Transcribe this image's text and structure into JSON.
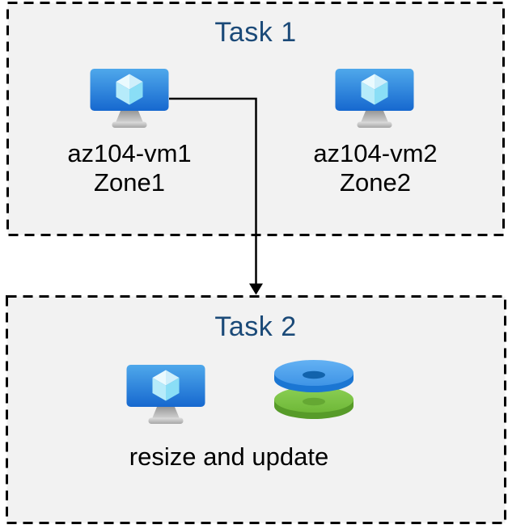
{
  "diagram": {
    "task1": {
      "title": "Task 1",
      "vms": [
        {
          "name": "az104-vm1",
          "zone": "Zone1",
          "icon": "virtual-machine-icon"
        },
        {
          "name": "az104-vm2",
          "zone": "Zone2",
          "icon": "virtual-machine-icon"
        }
      ]
    },
    "task2": {
      "title": "Task 2",
      "caption": "resize and update",
      "icons": [
        "virtual-machine-icon",
        "managed-disks-icon"
      ]
    },
    "connector": {
      "from": "az104-vm1",
      "to": "Task 2",
      "style": "elbow-arrow-down"
    },
    "colors": {
      "page_bg": "#ffffff",
      "box_fill": "#f2f2f2",
      "box_border": "#000000",
      "title_text": "#1b4a78",
      "label_text": "#000000",
      "arrow": "#000000",
      "monitor_top": "#4fa8eb",
      "monitor_bottom": "#1668cf",
      "cube_top_left": "#eafafe",
      "cube_top_right": "#cfeffb",
      "cube_left": "#b6ebfa",
      "cube_right": "#8adef6",
      "stand_dark": "#989898",
      "stand_light": "#d2d2d2",
      "base_light": "#dedede",
      "base_dark": "#a6a6a6",
      "disk_blue_light": "#63b1f3",
      "disk_blue_top": "#3f94e6",
      "disk_blue_rim": "#1b76d3",
      "disk_blue_hole": "#1263ac",
      "disk_green_light": "#8bcf55",
      "disk_green_top": "#6fb838",
      "disk_green_rim": "#579b29",
      "disk_green_hole": "#65a833"
    }
  }
}
